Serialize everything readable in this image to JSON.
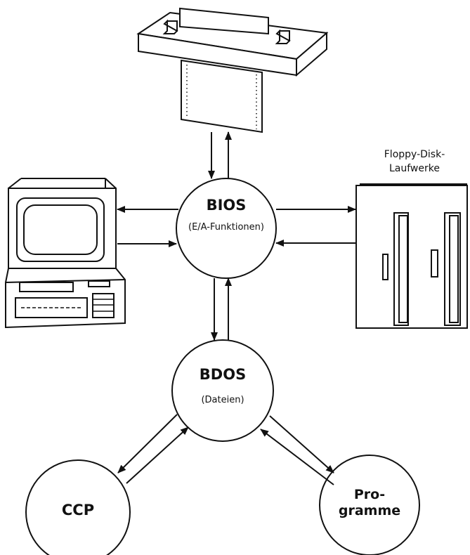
{
  "nodes": {
    "bios": {
      "title": "BIOS",
      "subtitle": "(E/A-Funktionen)"
    },
    "bdos": {
      "title": "BDOS",
      "subtitle": "(Dateien)"
    },
    "ccp": {
      "title": "CCP"
    },
    "programme": {
      "line1": "Pro-",
      "line2": "gramme"
    }
  },
  "devices": {
    "floppy_label_line1": "Floppy-Disk-",
    "floppy_label_line2": "Laufwerke"
  },
  "colors": {
    "ink": "#111111",
    "paper": "#ffffff"
  }
}
